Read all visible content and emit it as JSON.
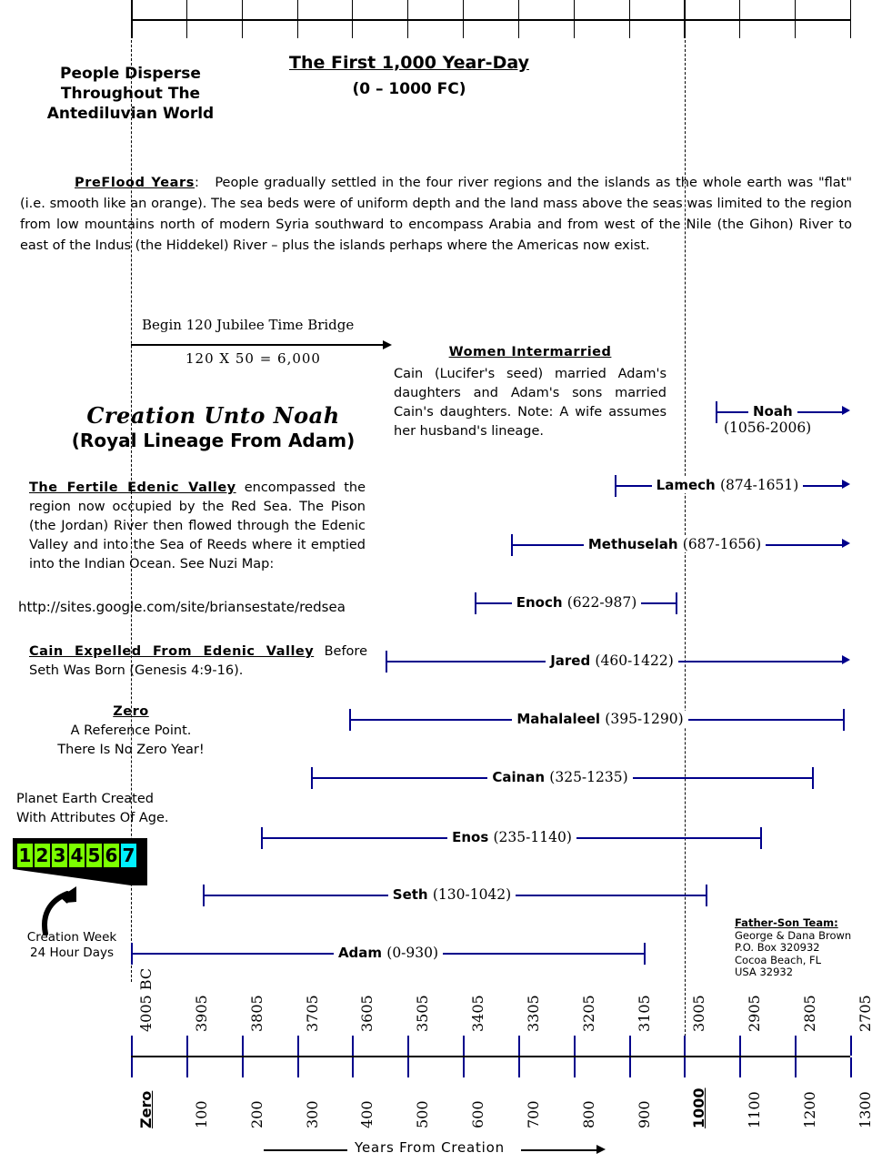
{
  "chart_data": {
    "type": "table",
    "title": "Creation Unto Noah (Royal Lineage From Adam)",
    "subtitle": "The First 1,000 Year-Day (0 – 1000 FC)",
    "xlabel": "Years From Creation",
    "xlim": [
      0,
      1300
    ],
    "grid": false,
    "legend": "none",
    "axis_top_ticks": [
      0,
      100,
      200,
      300,
      400,
      500,
      600,
      700,
      800,
      900,
      1000,
      1100,
      1200,
      1300
    ],
    "axis_bc_labels": [
      "4005 BC",
      "3905",
      "3805",
      "3705",
      "3605",
      "3505",
      "3405",
      "3305",
      "3205",
      "3105",
      "3005",
      "2905",
      "2805",
      "2705"
    ],
    "axis_fc_labels": [
      "Zero",
      "100",
      "200",
      "300",
      "400",
      "500",
      "600",
      "700",
      "800",
      "900",
      "1000",
      "1100",
      "1200",
      "1300"
    ],
    "axis_fc_emphasis": [
      "Zero",
      "1000"
    ],
    "categories": [
      "Adam",
      "Seth",
      "Enos",
      "Cainan",
      "Mahalaleel",
      "Jared",
      "Enoch",
      "Methuselah",
      "Lamech",
      "Noah"
    ],
    "series": [
      {
        "name": "Adam",
        "birth": 0,
        "death": 930,
        "label": "Adam (0-930)",
        "continues": false
      },
      {
        "name": "Seth",
        "birth": 130,
        "death": 1042,
        "label": "Seth (130-1042)",
        "continues": false
      },
      {
        "name": "Enos",
        "birth": 235,
        "death": 1140,
        "label": "Enos (235-1140)",
        "continues": false
      },
      {
        "name": "Cainan",
        "birth": 325,
        "death": 1235,
        "label": "Cainan (325-1235)",
        "continues": false
      },
      {
        "name": "Mahalaleel",
        "birth": 395,
        "death": 1290,
        "label": "Mahalaleel (395-1290)",
        "continues": false
      },
      {
        "name": "Jared",
        "birth": 460,
        "death": 1422,
        "label": "Jared (460-1422)",
        "continues": true
      },
      {
        "name": "Enoch",
        "birth": 622,
        "death": 987,
        "label": "Enoch (622-987)",
        "continues": false
      },
      {
        "name": "Methuselah",
        "birth": 687,
        "death": 1656,
        "label": "Methuselah (687-1656)",
        "continues": true
      },
      {
        "name": "Lamech",
        "birth": 874,
        "death": 1651,
        "label": "Lamech (874-1651)",
        "continues": true
      },
      {
        "name": "Noah",
        "birth": 1056,
        "death": 2006,
        "label": "Noah (1056-2006)",
        "continues": true
      }
    ]
  },
  "header": {
    "disperse_line1": "People Disperse",
    "disperse_line2": "Throughout The",
    "disperse_line3": "Antediluvian World",
    "title": "The First 1,000 Year-Day",
    "subtitle": "(0 – 1000 FC)"
  },
  "preflood": {
    "heading": "PreFlood Years",
    "colon": ":",
    "body": "People gradually settled in the four river regions and the islands as the whole earth was \"flat\" (i.e. smooth like an orange).  The sea beds were of uniform depth and the land mass above the seas was limited to the region from low mountains north of modern Syria southward to encompass Arabia and from west of the Nile (the Gihon) River to east of the Indus (the Hiddekel) River – plus the islands perhaps where the Americas now exist."
  },
  "jubilee": {
    "caption": "Begin 120 Jubilee Time Bridge",
    "equation": "120 X 50 = 6,000"
  },
  "main_title": {
    "line1": "Creation Unto Noah",
    "line2": "(Royal Lineage From Adam)"
  },
  "women": {
    "heading": "Women Intermarried",
    "body": "Cain (Lucifer's seed) married Adam's daughters and Adam's sons married Cain's daughters.  Note:  A wife assumes her husband's lineage."
  },
  "edenic": {
    "heading": "The Fertile Edenic Valley",
    "body": " encompassed the region now occupied by the Red Sea. The Pison (the Jordan) River then flowed through the Edenic Valley and into the Sea of Reeds where it emptied into the Indian Ocean.  See Nuzi Map:",
    "url": "http://sites.google.com/site/briansestate/redsea"
  },
  "cain": {
    "heading": "Cain Expelled From Edenic Valley",
    "body": " Before Seth Was Born (Genesis 4:9-16)."
  },
  "zero": {
    "heading": "Zero",
    "line1": "A Reference Point.",
    "line2": "There Is No Zero Year!"
  },
  "planet": {
    "line1": "Planet Earth Created",
    "line2": "With Attributes Of Age."
  },
  "creation_week": {
    "days": [
      "1",
      "2",
      "3",
      "4",
      "5",
      "6",
      "7"
    ],
    "caption_line1": "Creation Week",
    "caption_line2": "24 Hour Days",
    "day_color": "#7CFF00",
    "sabbath_color": "#00F0FF",
    "wedge_color": "#000000"
  },
  "address": {
    "heading": "Father-Son Team:",
    "line1": "George & Dana Brown",
    "line2": "P.O. Box 320932",
    "line3": "Cocoa Beach, FL",
    "line4": "USA   32932"
  },
  "footer": {
    "axis_caption": "Years From Creation"
  },
  "colors": {
    "bar": "#00008B",
    "tick": "#00008B",
    "text": "#000000",
    "background": "#FFFFFF"
  }
}
